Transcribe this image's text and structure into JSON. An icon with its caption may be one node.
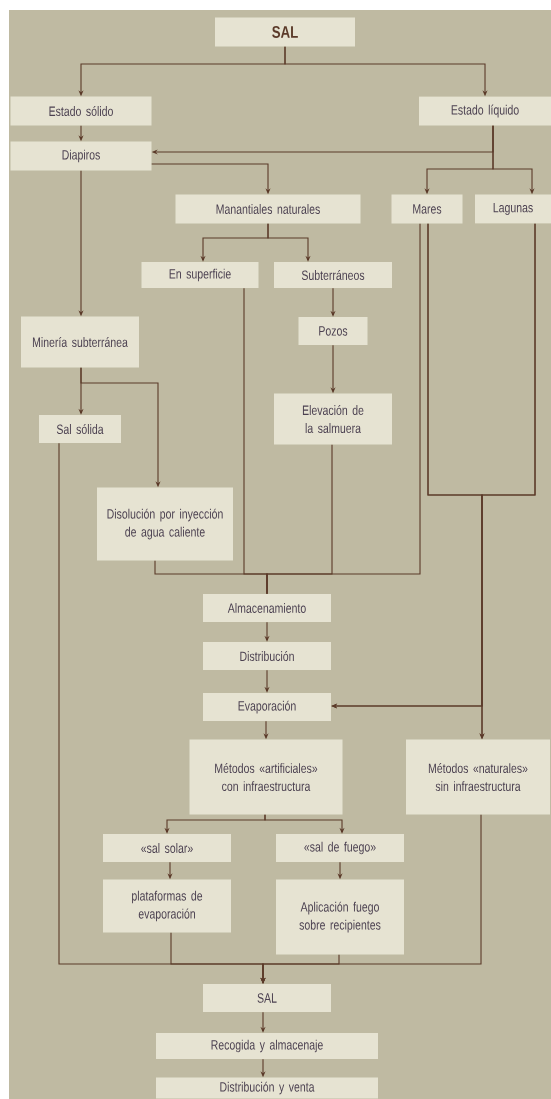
{
  "diagram": {
    "nodes": [
      {
        "text": [
          "SAL"
        ]
      },
      {
        "text": [
          "Estado sólido"
        ]
      },
      {
        "text": [
          "Estado líquido"
        ]
      },
      {
        "text": [
          "Diapiros"
        ]
      },
      {
        "text": [
          "Manantiales naturales"
        ]
      },
      {
        "text": [
          "Mares"
        ]
      },
      {
        "text": [
          "Lagunas"
        ]
      },
      {
        "text": [
          "En superficie"
        ]
      },
      {
        "text": [
          "Subterráneos"
        ]
      },
      {
        "text": [
          "Minería subterránea"
        ]
      },
      {
        "text": [
          "Pozos"
        ]
      },
      {
        "text": [
          "Sal sólida"
        ]
      },
      {
        "text": [
          "Elevación de la salmuera"
        ]
      },
      {
        "text": [
          "Disolución por inyección de agua caliente"
        ]
      },
      {
        "text": [
          "Almacenamiento"
        ]
      },
      {
        "text": [
          "Distribución"
        ]
      },
      {
        "text": [
          "Evaporación"
        ]
      },
      {
        "text": [
          "Métodos «artificiales» con infraestructura"
        ]
      },
      {
        "text": [
          "Métodos «naturales» sin infraestructura"
        ]
      },
      {
        "text": [
          "«sal solar»"
        ]
      },
      {
        "text": [
          "«sal de fuego»"
        ]
      },
      {
        "text": [
          "plataformas de evaporación"
        ]
      },
      {
        "text": [
          "Aplicación fuego sobre recipientes"
        ]
      },
      {
        "text": [
          "SAL"
        ]
      },
      {
        "text": [
          "Recogida y almacenaje"
        ]
      },
      {
        "text": [
          "Distribución y venta"
        ]
      }
    ],
    "edges": [
      {
        "from": 0,
        "to": 1,
        "arrow": "to"
      },
      {
        "from": 0,
        "to": 2,
        "arrow": "to"
      },
      {
        "from": 1,
        "to": 3,
        "arrow": "to"
      },
      {
        "from": 2,
        "to": 3,
        "arrow": "to"
      },
      {
        "from": 2,
        "to": 5,
        "arrow": "to"
      },
      {
        "from": 2,
        "to": 6,
        "arrow": "to"
      },
      {
        "from": 3,
        "to": 4,
        "arrow": "to"
      },
      {
        "from": 3,
        "to": 9,
        "arrow": "to"
      },
      {
        "from": 4,
        "to": 7,
        "arrow": "to"
      },
      {
        "from": 4,
        "to": 8,
        "arrow": "to"
      },
      {
        "from": 8,
        "to": 10,
        "arrow": "to"
      },
      {
        "from": 10,
        "to": 12,
        "arrow": "to"
      },
      {
        "from": 9,
        "to": 11,
        "arrow": "to"
      },
      {
        "from": 9,
        "to": 13,
        "arrow": "to"
      },
      {
        "from": 13,
        "to": 14,
        "arrow": "none"
      },
      {
        "from": 7,
        "to": 14,
        "arrow": "none"
      },
      {
        "from": 12,
        "to": 14,
        "arrow": "none"
      },
      {
        "from": 5,
        "to": 14,
        "arrow": "none"
      },
      {
        "from": 5,
        "to": 16,
        "arrow": "to"
      },
      {
        "from": 6,
        "to": 16,
        "arrow": "to"
      },
      {
        "from": 5,
        "to": 18,
        "arrow": "to"
      },
      {
        "from": 6,
        "to": 18,
        "arrow": "to"
      },
      {
        "from": 14,
        "to": 15,
        "arrow": "to"
      },
      {
        "from": 15,
        "to": 16,
        "arrow": "to"
      },
      {
        "from": 16,
        "to": 17,
        "arrow": "to"
      },
      {
        "from": 17,
        "to": 19,
        "arrow": "to"
      },
      {
        "from": 17,
        "to": 20,
        "arrow": "to"
      },
      {
        "from": 19,
        "to": 21,
        "arrow": "to"
      },
      {
        "from": 20,
        "to": 22,
        "arrow": "to"
      },
      {
        "from": 11,
        "to": 23,
        "arrow": "to"
      },
      {
        "from": 21,
        "to": 23,
        "arrow": "to"
      },
      {
        "from": 22,
        "to": 23,
        "arrow": "to"
      },
      {
        "from": 18,
        "to": 23,
        "arrow": "to"
      },
      {
        "from": 23,
        "to": 24,
        "arrow": "to"
      },
      {
        "from": 24,
        "to": 25,
        "arrow": "to"
      }
    ]
  }
}
